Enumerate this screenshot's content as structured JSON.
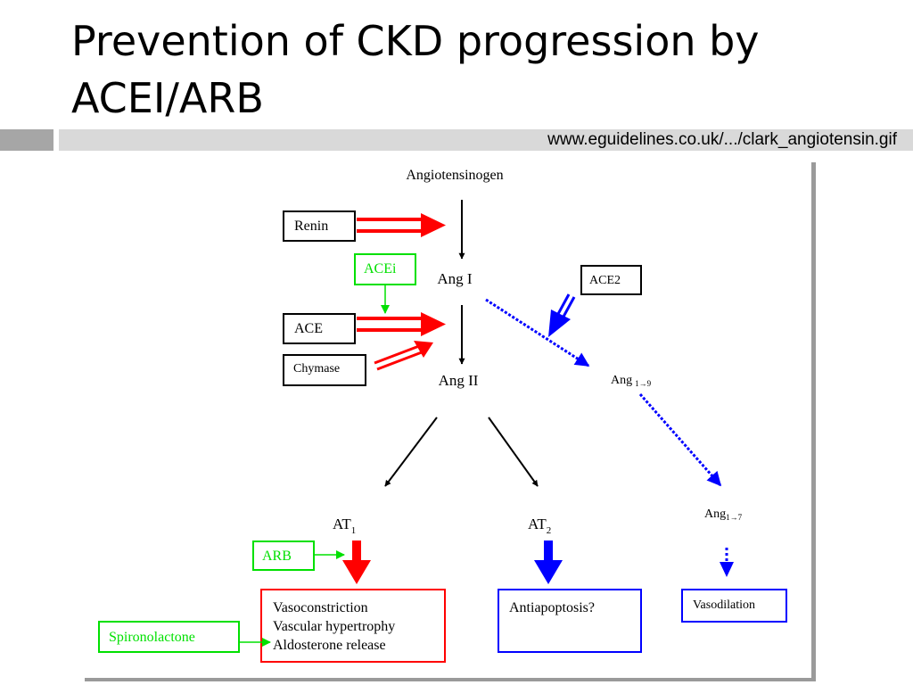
{
  "slide": {
    "title_line1": "Prevention of CKD progression by",
    "title_line2": "ACEI/ARB",
    "source": "www.eguidelines.co.uk/.../clark_angiotensin.gif"
  },
  "diagram": {
    "angiotensinogen": "Angiotensinogen",
    "renin": "Renin",
    "acei": "ACEi",
    "ang1": "Ang I",
    "ace2": "ACE2",
    "ace": "ACE",
    "chymase": "Chymase",
    "ang2": "Ang II",
    "ang19_base": "Ang",
    "ang19_sub": "1→9",
    "ang17_base": "Ang",
    "ang17_sub": "1→7",
    "at1_base": "AT",
    "at1_sub": "1",
    "at2_base": "AT",
    "at2_sub": "2",
    "arb": "ARB",
    "spironolactone": "Spironolactone",
    "effects_at1": [
      "Vasoconstriction",
      "Vascular hypertrophy",
      "Aldosterone release"
    ],
    "effects_at2": "Antiapoptosis?",
    "effects_ang17": "Vasodilation",
    "colors": {
      "red": "#ff0000",
      "blue": "#0000ff",
      "green": "#00e000",
      "black": "#000000"
    }
  }
}
